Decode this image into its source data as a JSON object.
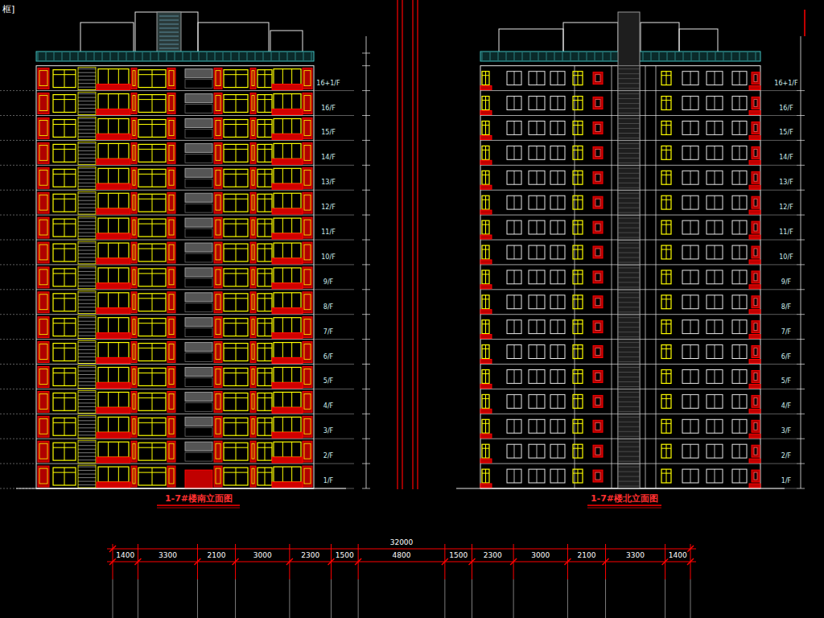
{
  "diagram": {
    "labels": [
      "框]",
      "16+1/F",
      "16/F",
      "15/F",
      "14/F",
      "13/F",
      "12/F",
      "11/F",
      "10/F",
      "9/F",
      "8/F",
      "7/F",
      "6/F",
      "5/F",
      "4/F",
      "3/F",
      "2/F",
      "1/F",
      "16+1/F",
      "16/F",
      "15/F",
      "14/F",
      "13/F",
      "12/F",
      "11/F",
      "10/F",
      "9/F",
      "8/F",
      "7/F",
      "6/F",
      "5/F",
      "4/F",
      "3/F",
      "2/F",
      "1/F",
      "1-7#楼南立面图",
      "1-7#楼北立面图",
      "32000",
      "1400",
      "3300",
      "2100",
      "3000",
      "2300",
      "1500",
      "4800",
      "1500",
      "2300",
      "3000",
      "2100",
      "3300",
      "1400"
    ]
  }
}
